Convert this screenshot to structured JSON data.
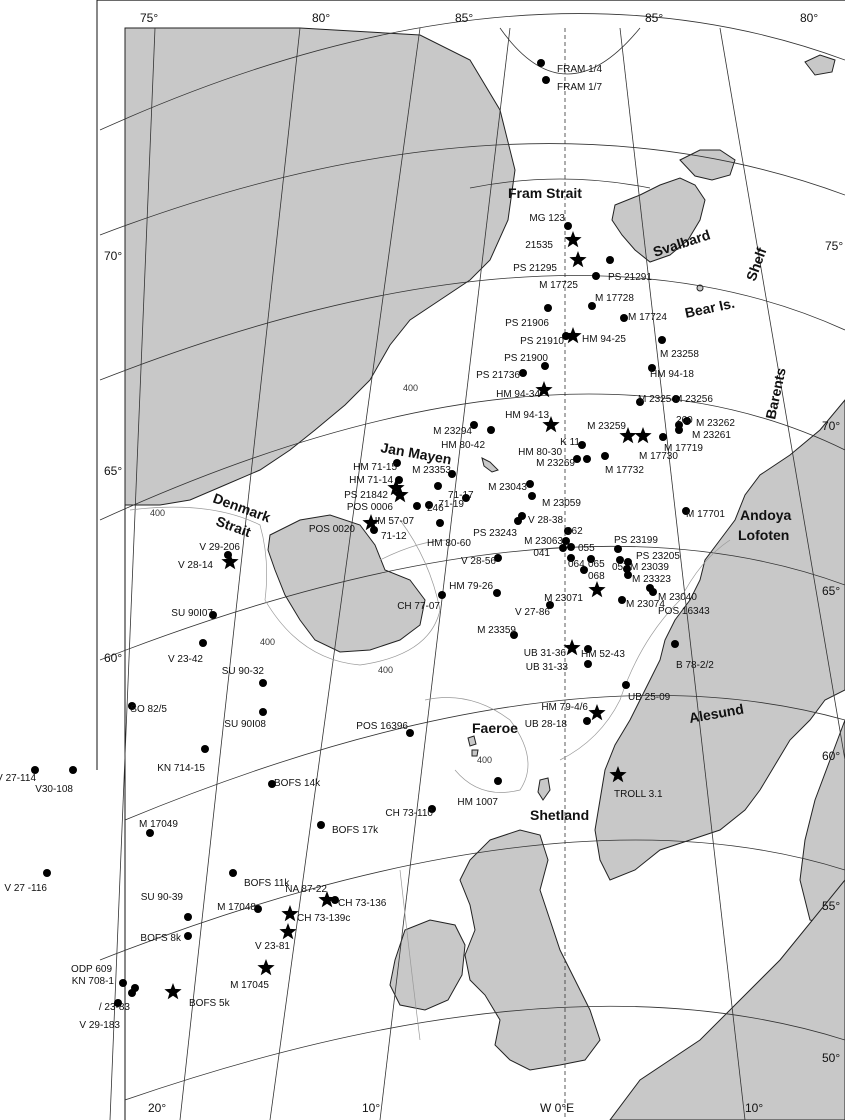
{
  "regions": [
    {
      "id": "fram",
      "text": "Fram Strait"
    },
    {
      "id": "svalbard",
      "text": "Svalbard"
    },
    {
      "id": "bear",
      "text": "Bear Is."
    },
    {
      "id": "barents",
      "text": "Barents"
    },
    {
      "id": "shelf",
      "text": "Shelf"
    },
    {
      "id": "janmayen",
      "text": "Jan Mayen"
    },
    {
      "id": "denmark",
      "text": "Denmark"
    },
    {
      "id": "strait",
      "text": "Strait"
    },
    {
      "id": "andoya",
      "text": "Andoya"
    },
    {
      "id": "lofoten",
      "text": "Lofoten"
    },
    {
      "id": "faeroe",
      "text": "Faeroe"
    },
    {
      "id": "alesund",
      "text": "Alesund"
    },
    {
      "id": "shetland",
      "text": "Shetland"
    }
  ],
  "latitude_labels": [
    "75°",
    "70°",
    "65°",
    "60°",
    "55°",
    "50°"
  ],
  "longitude_labels_top": [
    "75°",
    "80°",
    "85°",
    "85°",
    "80°"
  ],
  "longitude_labels_bottom": [
    "20°",
    "10°",
    "W 0°E",
    "10°"
  ],
  "isobath_label": "400",
  "stations": [
    {
      "name": "FRAM 1/4",
      "type": "dot"
    },
    {
      "name": "FRAM 1/7",
      "type": "dot"
    },
    {
      "name": "MG 123",
      "type": "dot"
    },
    {
      "name": "21535",
      "type": "star"
    },
    {
      "name": "PS 21295",
      "type": "star"
    },
    {
      "name": "PS 21291",
      "type": "dot"
    },
    {
      "name": "M 17725",
      "type": "dot"
    },
    {
      "name": "M 17728",
      "type": "dot"
    },
    {
      "name": "M 17724",
      "type": "dot"
    },
    {
      "name": "PS 21906",
      "type": "dot"
    },
    {
      "name": "PS 21910",
      "type": "dot"
    },
    {
      "name": "HM 94-25",
      "type": "star"
    },
    {
      "name": "M 23258",
      "type": "dot"
    },
    {
      "name": "PS 21900",
      "type": "dot"
    },
    {
      "name": "HM 94-18",
      "type": "dot"
    },
    {
      "name": "PS 21736",
      "type": "dot"
    },
    {
      "name": "HM 94-34",
      "type": "star"
    },
    {
      "name": "M 23254",
      "type": "dot"
    },
    {
      "name": "M 23256",
      "type": "dot"
    },
    {
      "name": "M 23294",
      "type": "dot"
    },
    {
      "name": "HM 94-13",
      "type": "star"
    },
    {
      "name": "M 23262",
      "type": "dot"
    },
    {
      "name": "260",
      "type": "dot"
    },
    {
      "name": "M 23261",
      "type": "dot"
    },
    {
      "name": "M 23259",
      "type": "star"
    },
    {
      "name": "M 17730",
      "type": "star"
    },
    {
      "name": "M 17719",
      "type": "dot"
    },
    {
      "name": "HM 80-42",
      "type": "dot"
    },
    {
      "name": "K 11",
      "type": "dot"
    },
    {
      "name": "M 23269",
      "type": "dot"
    },
    {
      "name": "M 17732",
      "type": "dot"
    },
    {
      "name": "HM 80-30",
      "type": "dot"
    },
    {
      "name": "HM 71-15",
      "type": "dot"
    },
    {
      "name": "M 23353",
      "type": "dot"
    },
    {
      "name": "HM 71-14",
      "type": "dot"
    },
    {
      "name": "71-17",
      "type": "dot"
    },
    {
      "name": "M 23043",
      "type": "dot"
    },
    {
      "name": "PS 21842",
      "type": "star"
    },
    {
      "name": "POS 0006",
      "type": "star"
    },
    {
      "name": "246",
      "type": "dot"
    },
    {
      "name": "M 23059",
      "type": "dot"
    },
    {
      "name": "71-19",
      "type": "dot"
    },
    {
      "name": "HM 57-07",
      "type": "dot"
    },
    {
      "name": "V 28-38",
      "type": "dot"
    },
    {
      "name": "M 17701",
      "type": "dot"
    },
    {
      "name": "POS 0020",
      "type": "star"
    },
    {
      "name": "71-12",
      "type": "dot"
    },
    {
      "name": "HM 80-60",
      "type": "dot"
    },
    {
      "name": "PS 23243",
      "type": "dot"
    },
    {
      "name": "062",
      "type": "dot"
    },
    {
      "name": "M 23063",
      "type": "dot"
    },
    {
      "name": "PS 23199",
      "type": "dot"
    },
    {
      "name": "055",
      "type": "dot"
    },
    {
      "name": "041",
      "type": "dot"
    },
    {
      "name": "064",
      "type": "dot"
    },
    {
      "name": "065",
      "type": "dot"
    },
    {
      "name": "057",
      "type": "dot"
    },
    {
      "name": "PS 23205",
      "type": "dot"
    },
    {
      "name": "M 23039",
      "type": "dot"
    },
    {
      "name": "M 23323",
      "type": "dot"
    },
    {
      "name": "068",
      "type": "dot"
    },
    {
      "name": "V 29-206",
      "type": "dot"
    },
    {
      "name": "V 28-14",
      "type": "star"
    },
    {
      "name": "V 28-56",
      "type": "dot"
    },
    {
      "name": "HM 79-26",
      "type": "dot"
    },
    {
      "name": "M 23071",
      "type": "star"
    },
    {
      "name": "M 23074",
      "type": "dot"
    },
    {
      "name": "M 23040",
      "type": "dot"
    },
    {
      "name": "POS 16343",
      "type": "dot"
    },
    {
      "name": "CH 77-07",
      "type": "dot"
    },
    {
      "name": "V 27-86",
      "type": "dot"
    },
    {
      "name": "M 23359",
      "type": "dot"
    },
    {
      "name": "SU 90I07",
      "type": "dot"
    },
    {
      "name": "B 78-2/2",
      "type": "dot"
    },
    {
      "name": "V 23-42",
      "type": "dot"
    },
    {
      "name": "UB 31-36",
      "type": "star"
    },
    {
      "name": "HM 52-43",
      "type": "dot"
    },
    {
      "name": "UB 31-33",
      "type": "dot"
    },
    {
      "name": "SU 90-32",
      "type": "dot"
    },
    {
      "name": "HM 79-4/6",
      "type": "star"
    },
    {
      "name": "UB 25-09",
      "type": "dot"
    },
    {
      "name": "SO 82/5",
      "type": "dot"
    },
    {
      "name": "UB 28-18",
      "type": "dot"
    },
    {
      "name": "POS 16396",
      "type": "dot"
    },
    {
      "name": "SU 90I08",
      "type": "dot"
    },
    {
      "name": "KN 714-15",
      "type": "dot"
    },
    {
      "name": "V 27-114",
      "type": "dot"
    },
    {
      "name": "V30-108",
      "type": "dot"
    },
    {
      "name": "TROLL 3.1",
      "type": "star"
    },
    {
      "name": "HM 1007",
      "type": "dot"
    },
    {
      "name": "BOFS 14k",
      "type": "dot"
    },
    {
      "name": "CH 73-110",
      "type": "dot"
    },
    {
      "name": "BOFS 17k",
      "type": "dot"
    },
    {
      "name": "M 17049",
      "type": "dot"
    },
    {
      "name": "BOFS 11k",
      "type": "dot"
    },
    {
      "name": "V 27 -116",
      "type": "dot"
    },
    {
      "name": "NA 87-22",
      "type": "star"
    },
    {
      "name": "CH 73-136",
      "type": "dot"
    },
    {
      "name": "SU 90-39",
      "type": "dot"
    },
    {
      "name": "M 17048",
      "type": "dot"
    },
    {
      "name": "CH 73-139c",
      "type": "star"
    },
    {
      "name": "BOFS 8k",
      "type": "dot"
    },
    {
      "name": "V 23-81",
      "type": "star"
    },
    {
      "name": "M 17045",
      "type": "star"
    },
    {
      "name": "KN 708-1",
      "type": "dot"
    },
    {
      "name": "ODP 609",
      "type": "dot"
    },
    {
      "name": "BOFS 5k",
      "type": "star"
    },
    {
      "name": "/ 23-83",
      "type": "dot"
    },
    {
      "name": "V 29-183",
      "type": "dot"
    }
  ]
}
